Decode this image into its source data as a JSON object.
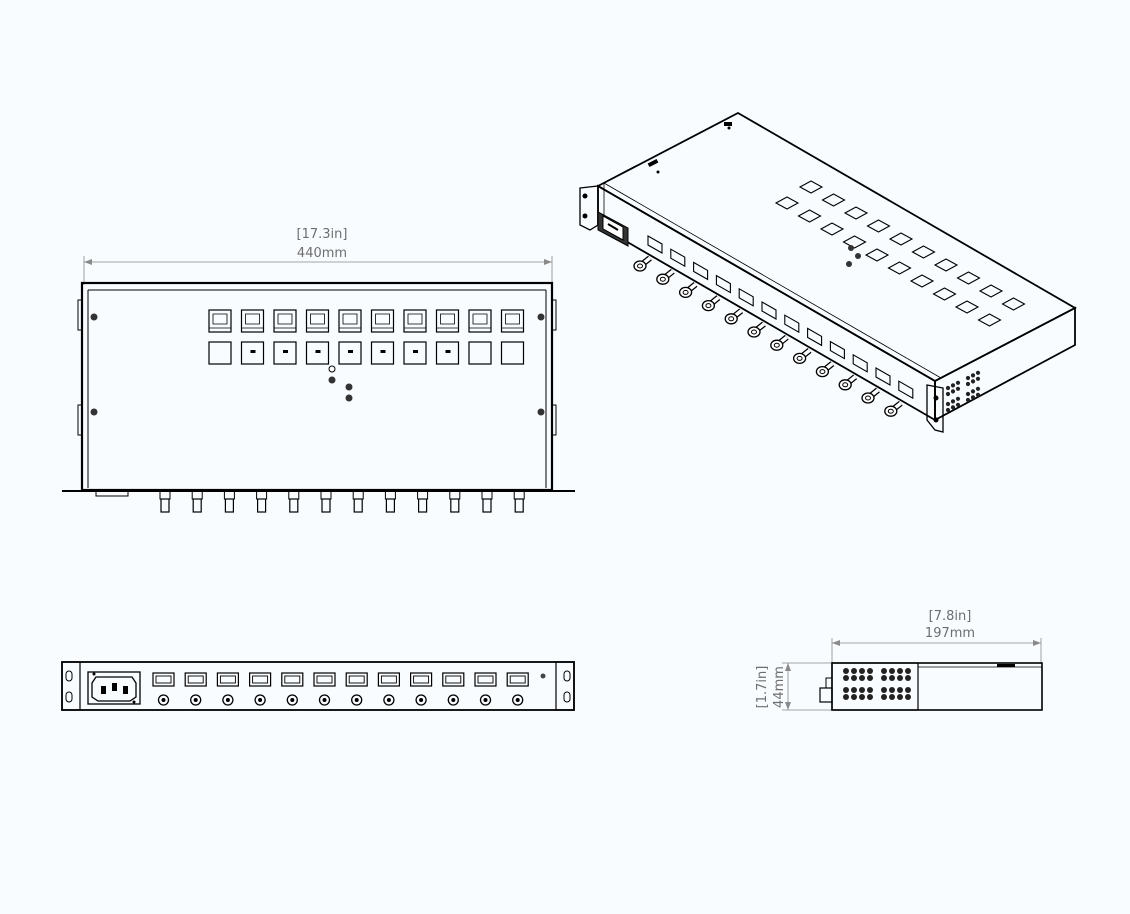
{
  "drawing": {
    "top_view": {
      "width_in": "[17.3in]",
      "width_mm": "440mm"
    },
    "depth": {
      "depth_in": "[7.8in]",
      "depth_mm": "197mm"
    },
    "height": {
      "height_in": "[1.7in]",
      "height_mm": "44mm"
    },
    "port_count": 10,
    "connector_count": 12,
    "colors": {
      "background": "#f8fcff",
      "line": "#000000",
      "dimension": "#8a8a8a"
    }
  }
}
